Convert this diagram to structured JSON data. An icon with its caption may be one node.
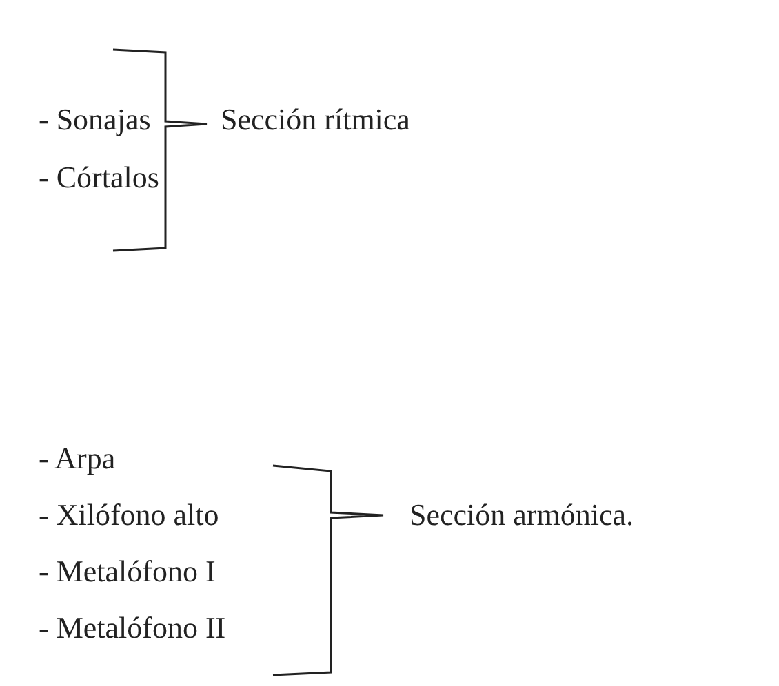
{
  "diagram": {
    "labels": [
      "- Sonajas",
      "Sección rítmica",
      "- Córtalos",
      "- Arpa",
      "- Xilófono alto",
      "Sección armónica.",
      "- Metalófono I",
      "- Metalófono II"
    ]
  }
}
